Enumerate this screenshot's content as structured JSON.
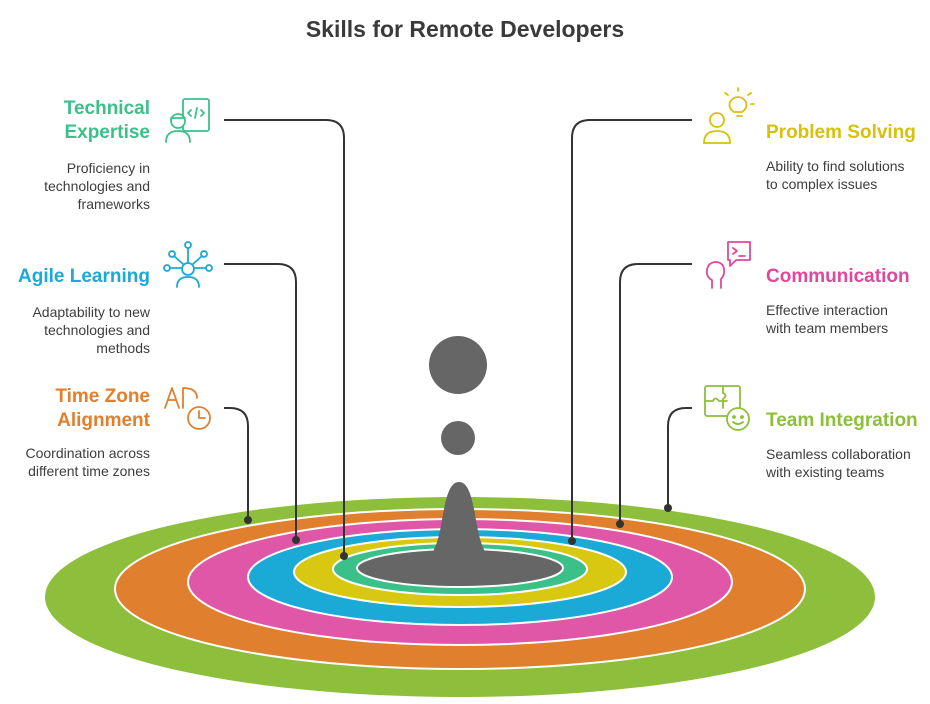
{
  "title": "Skills for Remote Developers",
  "skills": [
    {
      "name": "Technical Expertise",
      "title_lines": [
        "Technical",
        "Expertise"
      ],
      "desc_lines": [
        "Proficiency in",
        "technologies and",
        "frameworks"
      ],
      "color": "#3cc08a",
      "icon": "developer-code-icon"
    },
    {
      "name": "Agile Learning",
      "title_lines": [
        "Agile Learning"
      ],
      "desc_lines": [
        "Adaptability to new",
        "technologies and",
        "methods"
      ],
      "color": "#1ba9d6",
      "icon": "network-person-icon"
    },
    {
      "name": "Time Zone Alignment",
      "title_lines": [
        "Time Zone",
        "Alignment"
      ],
      "desc_lines": [
        "Coordination across",
        "different time zones"
      ],
      "color": "#e07f2e",
      "icon": "language-clock-icon"
    },
    {
      "name": "Problem Solving",
      "title_lines": [
        "Problem Solving"
      ],
      "desc_lines": [
        "Ability to find solutions",
        "to complex issues"
      ],
      "color": "#d6c10c",
      "icon": "person-lightbulb-icon"
    },
    {
      "name": "Communication",
      "title_lines": [
        "Communication"
      ],
      "desc_lines": [
        "Effective interaction",
        "with team members"
      ],
      "color": "#e0489c",
      "icon": "person-terminal-chat-icon"
    },
    {
      "name": "Team Integration",
      "title_lines": [
        "Team Integration"
      ],
      "desc_lines": [
        "Seamless collaboration",
        "with existing teams"
      ],
      "color": "#8dbf3c",
      "icon": "puzzle-smiley-icon"
    }
  ],
  "ring_colors": {
    "green": "#8dbf3c",
    "orange": "#e07f2e",
    "magenta": "#e057a8",
    "blue": "#1ba9d6",
    "yellow": "#d9c812",
    "teal": "#3cc08a",
    "center": "#666666"
  },
  "line_color": "#333333"
}
